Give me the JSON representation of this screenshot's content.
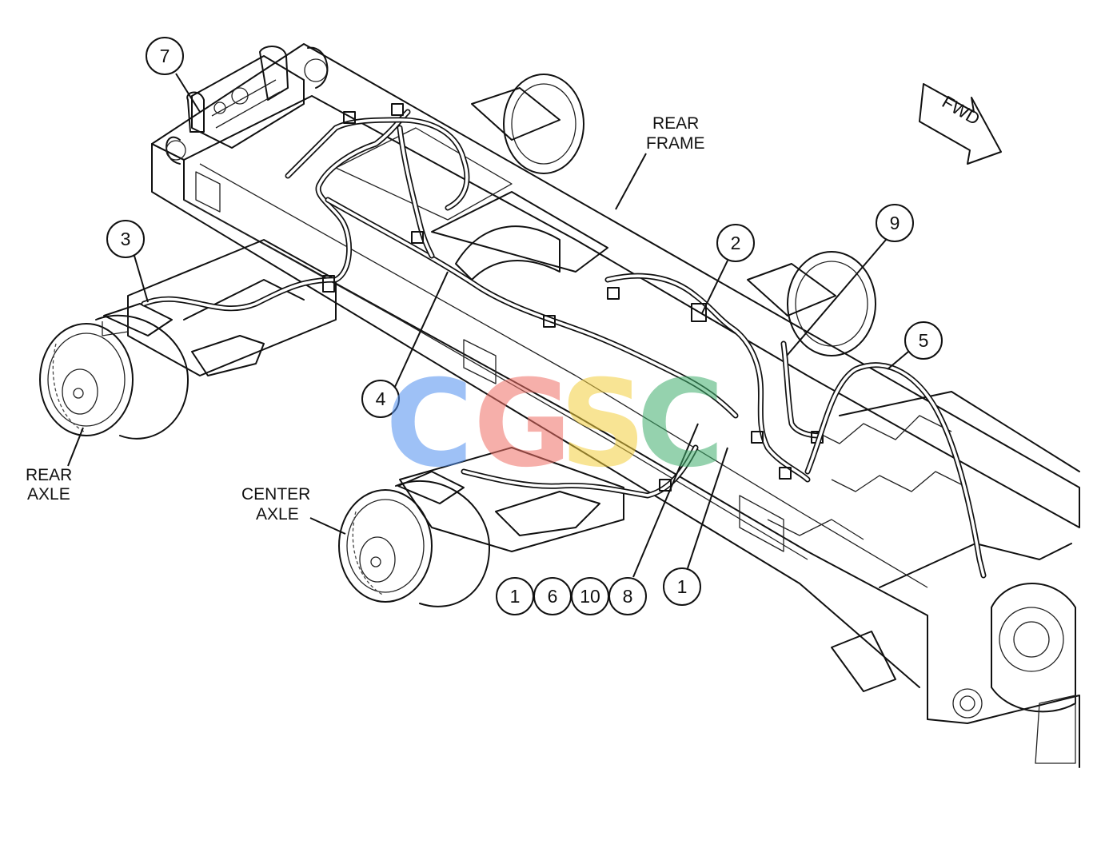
{
  "labels": {
    "rear_frame_line1": "REAR",
    "rear_frame_line2": "FRAME",
    "rear_axle_line1": "REAR",
    "rear_axle_line2": "AXLE",
    "center_axle_line1": "CENTER",
    "center_axle_line2": "AXLE",
    "fwd": "FWD"
  },
  "callouts": {
    "c7": "7",
    "c3": "3",
    "c4": "4",
    "c2": "2",
    "c9": "9",
    "c5": "5",
    "c1_group": "1",
    "c6": "6",
    "c10": "10",
    "c8": "8",
    "c1_single": "1"
  },
  "watermark": {
    "text": "CGSC",
    "letters": [
      {
        "char": "C",
        "color": "#4f8ff0"
      },
      {
        "char": "G",
        "color": "#ef6f66"
      },
      {
        "char": "S",
        "color": "#f3cf3e"
      },
      {
        "char": "C",
        "color": "#3fae6c"
      }
    ]
  }
}
